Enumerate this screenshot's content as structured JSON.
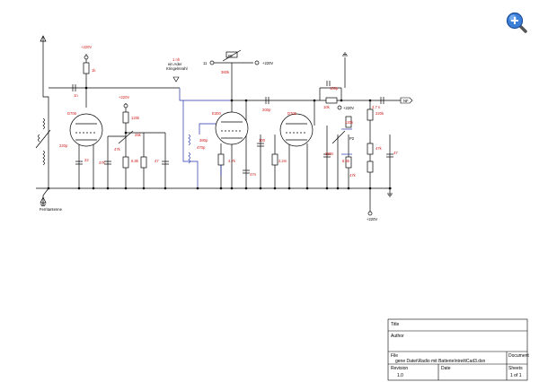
{
  "components": {
    "supply_top_left": "+220V",
    "r_1k": "1k",
    "r_10k": "10k",
    "c_1n_couple": "1n",
    "c_100k": "100k",
    "tube_v1": "D706",
    "c_220p": "220p",
    "c_22": "22",
    "c_47k_a": "47k",
    "supply_mid": "+220V",
    "r_120k_a": "120k",
    "pot_25k": "25k",
    "c_47k_b": "47k",
    "r_6_8k_a": "6.8k",
    "c_47_c": "47",
    "note_line1": "1 nh",
    "note_line2": "ein Ader",
    "note_line3": "Kringelmrahl",
    "ref_11": "11",
    "pot_p1": "P1",
    "r_360k": "360k",
    "supply_right_top": "+220V",
    "c_200p": "200p",
    "tube_v2": "E300",
    "c_380p": "380p",
    "c_470p": "470p",
    "r_4_7k": "4.7k",
    "c_47n_d": "47n",
    "tube_v3": "D706",
    "c_100_e": "100",
    "r_2_2m": "2.2m",
    "c_100p": "100p",
    "r_10k_right": "10k",
    "supply_right_mid": "+220V",
    "r_120k_b": "120k",
    "r_220k": "220k",
    "c_4_7_out": "4.7 n",
    "out_label": "NF",
    "pot_p2": "P2",
    "c_330n": "330n",
    "r_6_8k_b": "6.8k",
    "c_47k_e": "47k",
    "r_47k_f": "47k",
    "c_47_g": "47",
    "supply_bottom": "+220V",
    "antenna_label": "Ferritantenne"
  },
  "title_block": {
    "title_label": "Title",
    "author_label": "Author",
    "file_label": "File",
    "file_name": "gene Datei\\Radio mit BatterieIntreiltCad3.dsn",
    "document_label": "Document",
    "revision_label": "Revision",
    "revision_value": "1.0",
    "date_label": "Date",
    "sheets_label": "Sheets",
    "sheets_value": "1 of 1"
  },
  "zoom_icon": "magnifier-plus-icon",
  "colors": {
    "wire_black": "#000000",
    "wire_blue": "#2233aa",
    "label_red": "#d01818",
    "zoom_blue": "#3b7fd9"
  }
}
